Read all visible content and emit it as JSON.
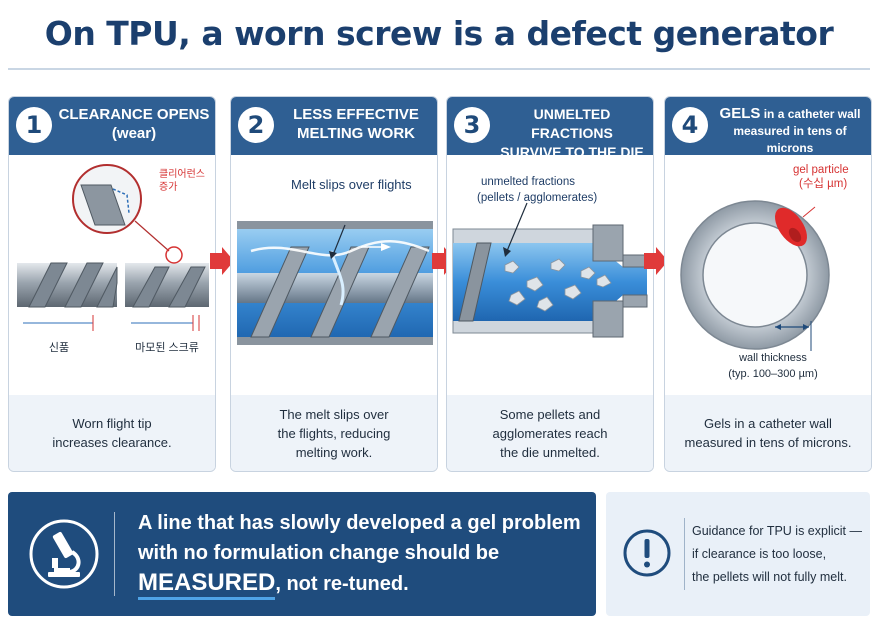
{
  "title": "On TPU, a worn screw is a defect generator",
  "panels": [
    {
      "number": "1",
      "heading_line1": "CLEARANCE OPENS",
      "heading_line2": "(wear)",
      "callout_line1": "클리어런스",
      "callout_line2": "증가",
      "label_new": "신품",
      "label_worn": "마모된 스크류",
      "caption_line1": "Worn flight tip",
      "caption_line2": "increases clearance."
    },
    {
      "number": "2",
      "heading_line1": "LESS EFFECTIVE",
      "heading_line2": "MELTING WORK",
      "art_label": "Melt slips over flights",
      "caption_line1": "The melt slips over",
      "caption_line2": "the flights, reducing",
      "caption_line3": "melting work."
    },
    {
      "number": "3",
      "heading_line1": "UNMELTED FRACTIONS",
      "heading_line2": "SURVIVE TO THE DIE",
      "art_label_line1": "unmelted fractions",
      "art_label_line2": "(pellets / agglomerates)",
      "caption_line1": "Some pellets and",
      "caption_line2": "agglomerates reach",
      "caption_line3": "the die unmelted."
    },
    {
      "number": "4",
      "heading_bold": "GELS",
      "heading_line1_rest": " in a catheter wall",
      "heading_line2": "measured in tens of microns",
      "gel_label_line1": "gel particle",
      "gel_label_line2": "(수십 µm)",
      "wall_label_line1": "wall thickness",
      "wall_label_line2": "(typ. 100–300 µm)",
      "caption_line1": "Gels in a catheter wall",
      "caption_line2": "measured in tens of microns."
    }
  ],
  "banner": {
    "line1": "A line that has slowly developed a gel problem",
    "line2": "with no formulation change should be",
    "emphasis": "MEASURED",
    "line3_rest": ", not re-tuned.",
    "icon": "microscope-icon"
  },
  "note": {
    "icon": "exclamation-circle-icon",
    "line1": "Guidance for TPU is explicit —",
    "line2": "if clearance is too loose,",
    "line3": "the pellets will not fully melt."
  },
  "colors": {
    "header_blue": "#2f5f93",
    "title_blue": "#1b3f6e",
    "banner_blue": "#1f4c7d",
    "arrow_red": "#e03a3a",
    "melt_blue": "#2e86d4",
    "accent_red": "#d63333"
  }
}
